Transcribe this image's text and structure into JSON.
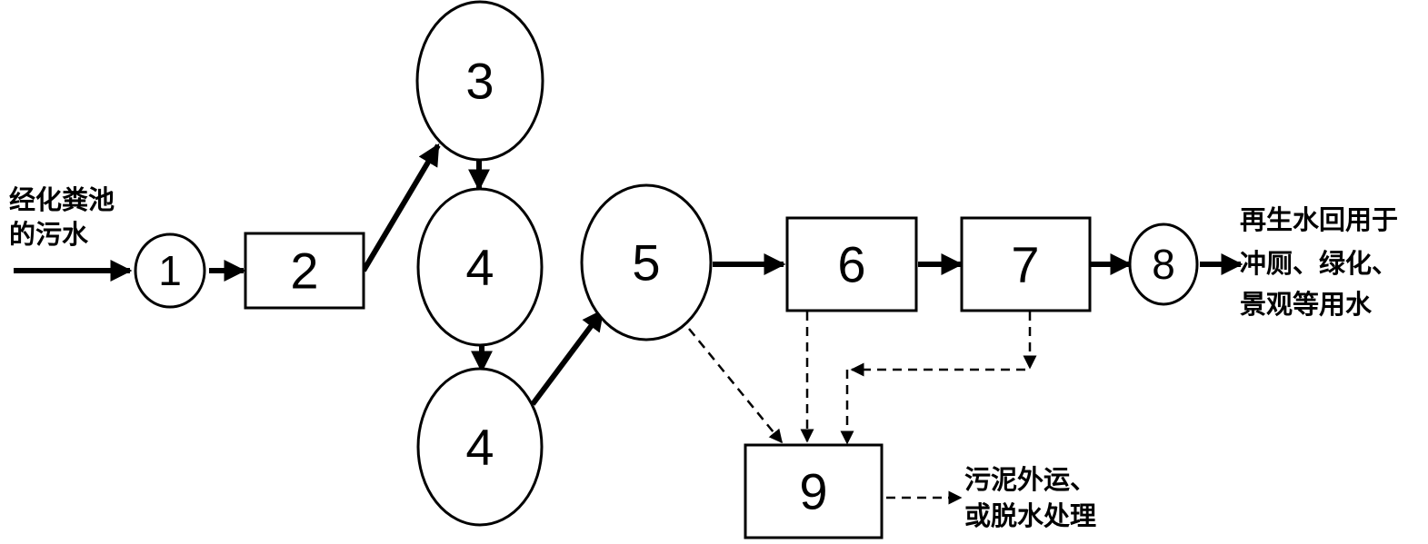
{
  "input_label": {
    "line1": "经化粪池",
    "line2": "的污水"
  },
  "nodes": {
    "n1": "1",
    "n2": "2",
    "n3": "3",
    "n4a": "4",
    "n4b": "4",
    "n5": "5",
    "n6": "6",
    "n7": "7",
    "n8": "8",
    "n9": "9"
  },
  "output_label": {
    "line1": "再生水回用于",
    "line2": "冲厕、绿化、",
    "line3": "景观等用水"
  },
  "sludge_label": {
    "line1": "污泥外运、",
    "line2": "或脱水处理"
  }
}
